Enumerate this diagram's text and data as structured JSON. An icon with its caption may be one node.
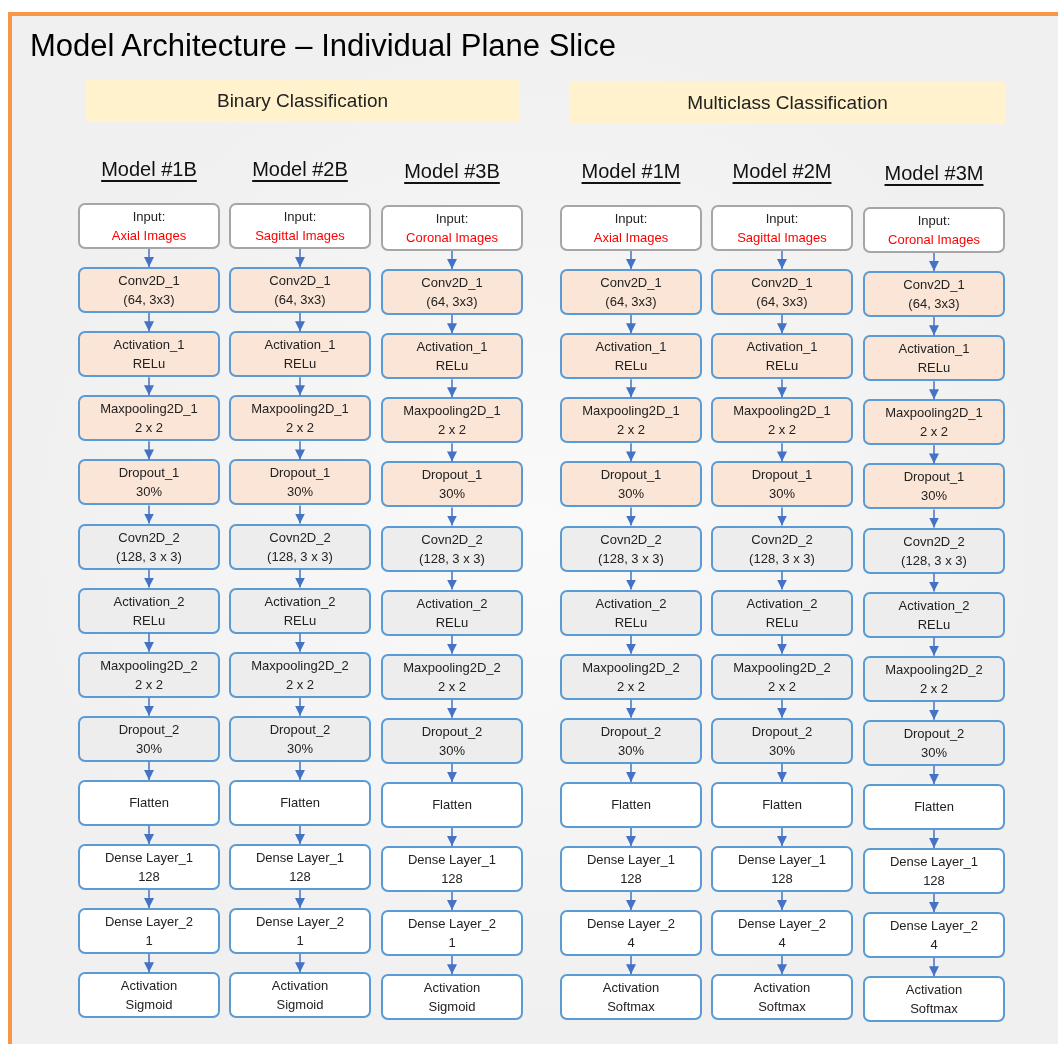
{
  "diagram": {
    "title": "Model Architecture – Individual Plane Slice",
    "nodes": [
      {
        "text": [
          "Binary Classification"
        ]
      },
      {
        "text": [
          "Multiclass Classification"
        ]
      },
      {
        "text": [
          "Input:",
          "Axial Images"
        ]
      },
      {
        "text": [
          "Conv2D_1",
          "(64, 3x3)"
        ]
      },
      {
        "text": [
          "Activation_1",
          "RELu"
        ]
      },
      {
        "text": [
          "Maxpooling2D_1",
          "2 x 2"
        ]
      },
      {
        "text": [
          "Dropout_1",
          "30%"
        ]
      },
      {
        "text": [
          "Covn2D_2",
          "(128, 3 x 3)"
        ]
      },
      {
        "text": [
          "Activation_2",
          "RELu"
        ]
      },
      {
        "text": [
          "Maxpooling2D_2",
          "2 x 2"
        ]
      },
      {
        "text": [
          "Dropout_2",
          "30%"
        ]
      },
      {
        "text": [
          "Flatten"
        ]
      },
      {
        "text": [
          "Dense Layer_1",
          "128"
        ]
      },
      {
        "text": [
          "Dense Layer_2",
          "1"
        ]
      },
      {
        "text": [
          "Activation",
          "Sigmoid"
        ]
      },
      {
        "text": [
          "Input:",
          "Sagittal Images"
        ]
      },
      {
        "text": [
          "Conv2D_1",
          "(64, 3x3)"
        ]
      },
      {
        "text": [
          "Activation_1",
          "RELu"
        ]
      },
      {
        "text": [
          "Maxpooling2D_1",
          "2 x 2"
        ]
      },
      {
        "text": [
          "Dropout_1",
          "30%"
        ]
      },
      {
        "text": [
          "Covn2D_2",
          "(128, 3 x 3)"
        ]
      },
      {
        "text": [
          "Activation_2",
          "RELu"
        ]
      },
      {
        "text": [
          "Maxpooling2D_2",
          "2 x 2"
        ]
      },
      {
        "text": [
          "Dropout_2",
          "30%"
        ]
      },
      {
        "text": [
          "Flatten"
        ]
      },
      {
        "text": [
          "Dense Layer_1",
          "128"
        ]
      },
      {
        "text": [
          "Dense Layer_2",
          "1"
        ]
      },
      {
        "text": [
          "Activation",
          "Sigmoid"
        ]
      },
      {
        "text": [
          "Input:",
          "Coronal Images"
        ]
      },
      {
        "text": [
          "Conv2D_1",
          "(64, 3x3)"
        ]
      },
      {
        "text": [
          "Activation_1",
          "RELu"
        ]
      },
      {
        "text": [
          "Maxpooling2D_1",
          "2 x 2"
        ]
      },
      {
        "text": [
          "Dropout_1",
          "30%"
        ]
      },
      {
        "text": [
          "Covn2D_2",
          "(128, 3 x 3)"
        ]
      },
      {
        "text": [
          "Activation_2",
          "RELu"
        ]
      },
      {
        "text": [
          "Maxpooling2D_2",
          "2 x 2"
        ]
      },
      {
        "text": [
          "Dropout_2",
          "30%"
        ]
      },
      {
        "text": [
          "Flatten"
        ]
      },
      {
        "text": [
          "Dense Layer_1",
          "128"
        ]
      },
      {
        "text": [
          "Dense Layer_2",
          "1"
        ]
      },
      {
        "text": [
          "Activation",
          "Sigmoid"
        ]
      },
      {
        "text": [
          "Input:",
          "Axial Images"
        ]
      },
      {
        "text": [
          "Conv2D_1",
          "(64, 3x3)"
        ]
      },
      {
        "text": [
          "Activation_1",
          "RELu"
        ]
      },
      {
        "text": [
          "Maxpooling2D_1",
          "2 x 2"
        ]
      },
      {
        "text": [
          "Dropout_1",
          "30%"
        ]
      },
      {
        "text": [
          "Covn2D_2",
          "(128, 3 x 3)"
        ]
      },
      {
        "text": [
          "Activation_2",
          "RELu"
        ]
      },
      {
        "text": [
          "Maxpooling2D_2",
          "2 x 2"
        ]
      },
      {
        "text": [
          "Dropout_2",
          "30%"
        ]
      },
      {
        "text": [
          "Flatten"
        ]
      },
      {
        "text": [
          "Dense Layer_1",
          "128"
        ]
      },
      {
        "text": [
          "Dense Layer_2",
          "4"
        ]
      },
      {
        "text": [
          "Activation",
          "Softmax"
        ]
      },
      {
        "text": [
          "Input:",
          "Sagittal Images"
        ]
      },
      {
        "text": [
          "Conv2D_1",
          "(64, 3x3)"
        ]
      },
      {
        "text": [
          "Activation_1",
          "RELu"
        ]
      },
      {
        "text": [
          "Maxpooling2D_1",
          "2 x 2"
        ]
      },
      {
        "text": [
          "Dropout_1",
          "30%"
        ]
      },
      {
        "text": [
          "Covn2D_2",
          "(128, 3 x 3)"
        ]
      },
      {
        "text": [
          "Activation_2",
          "RELu"
        ]
      },
      {
        "text": [
          "Maxpooling2D_2",
          "2 x 2"
        ]
      },
      {
        "text": [
          "Dropout_2",
          "30%"
        ]
      },
      {
        "text": [
          "Flatten"
        ]
      },
      {
        "text": [
          "Dense Layer_1",
          "128"
        ]
      },
      {
        "text": [
          "Dense Layer_2",
          "4"
        ]
      },
      {
        "text": [
          "Activation",
          "Softmax"
        ]
      },
      {
        "text": [
          "Input:",
          "Coronal Images"
        ]
      },
      {
        "text": [
          "Conv2D_1",
          "(64, 3x3)"
        ]
      },
      {
        "text": [
          "Activation_1",
          "RELu"
        ]
      },
      {
        "text": [
          "Maxpooling2D_1",
          "2 x 2"
        ]
      },
      {
        "text": [
          "Dropout_1",
          "30%"
        ]
      },
      {
        "text": [
          "Covn2D_2",
          "(128, 3 x 3)"
        ]
      },
      {
        "text": [
          "Activation_2",
          "RELu"
        ]
      },
      {
        "text": [
          "Maxpooling2D_2",
          "2 x 2"
        ]
      },
      {
        "text": [
          "Dropout_2",
          "30%"
        ]
      },
      {
        "text": [
          "Flatten"
        ]
      },
      {
        "text": [
          "Dense Layer_1",
          "128"
        ]
      },
      {
        "text": [
          "Dense Layer_2",
          "4"
        ]
      },
      {
        "text": [
          "Activation",
          "Softmax"
        ]
      }
    ],
    "edges": [
      {
        "from": 2,
        "to": 3,
        "arrow": "to"
      },
      {
        "from": 3,
        "to": 4,
        "arrow": "to"
      },
      {
        "from": 4,
        "to": 5,
        "arrow": "to"
      },
      {
        "from": 5,
        "to": 6,
        "arrow": "to"
      },
      {
        "from": 6,
        "to": 7,
        "arrow": "to"
      },
      {
        "from": 7,
        "to": 8,
        "arrow": "to"
      },
      {
        "from": 8,
        "to": 9,
        "arrow": "to"
      },
      {
        "from": 9,
        "to": 10,
        "arrow": "to"
      },
      {
        "from": 10,
        "to": 11,
        "arrow": "to"
      },
      {
        "from": 11,
        "to": 12,
        "arrow": "to"
      },
      {
        "from": 12,
        "to": 13,
        "arrow": "to"
      },
      {
        "from": 13,
        "to": 14,
        "arrow": "to"
      },
      {
        "from": 15,
        "to": 16,
        "arrow": "to"
      },
      {
        "from": 16,
        "to": 17,
        "arrow": "to"
      },
      {
        "from": 17,
        "to": 18,
        "arrow": "to"
      },
      {
        "from": 18,
        "to": 19,
        "arrow": "to"
      },
      {
        "from": 19,
        "to": 20,
        "arrow": "to"
      },
      {
        "from": 20,
        "to": 21,
        "arrow": "to"
      },
      {
        "from": 21,
        "to": 22,
        "arrow": "to"
      },
      {
        "from": 22,
        "to": 23,
        "arrow": "to"
      },
      {
        "from": 23,
        "to": 24,
        "arrow": "to"
      },
      {
        "from": 24,
        "to": 25,
        "arrow": "to"
      },
      {
        "from": 25,
        "to": 26,
        "arrow": "to"
      },
      {
        "from": 26,
        "to": 27,
        "arrow": "to"
      },
      {
        "from": 28,
        "to": 29,
        "arrow": "to"
      },
      {
        "from": 29,
        "to": 30,
        "arrow": "to"
      },
      {
        "from": 30,
        "to": 31,
        "arrow": "to"
      },
      {
        "from": 31,
        "to": 32,
        "arrow": "to"
      },
      {
        "from": 32,
        "to": 33,
        "arrow": "to"
      },
      {
        "from": 33,
        "to": 34,
        "arrow": "to"
      },
      {
        "from": 34,
        "to": 35,
        "arrow": "to"
      },
      {
        "from": 35,
        "to": 36,
        "arrow": "to"
      },
      {
        "from": 36,
        "to": 37,
        "arrow": "to"
      },
      {
        "from": 37,
        "to": 38,
        "arrow": "to"
      },
      {
        "from": 38,
        "to": 39,
        "arrow": "to"
      },
      {
        "from": 39,
        "to": 40,
        "arrow": "to"
      },
      {
        "from": 41,
        "to": 42,
        "arrow": "to"
      },
      {
        "from": 42,
        "to": 43,
        "arrow": "to"
      },
      {
        "from": 43,
        "to": 44,
        "arrow": "to"
      },
      {
        "from": 44,
        "to": 45,
        "arrow": "to"
      },
      {
        "from": 45,
        "to": 46,
        "arrow": "to"
      },
      {
        "from": 46,
        "to": 47,
        "arrow": "to"
      },
      {
        "from": 47,
        "to": 48,
        "arrow": "to"
      },
      {
        "from": 48,
        "to": 49,
        "arrow": "to"
      },
      {
        "from": 49,
        "to": 50,
        "arrow": "to"
      },
      {
        "from": 50,
        "to": 51,
        "arrow": "to"
      },
      {
        "from": 51,
        "to": 52,
        "arrow": "to"
      },
      {
        "from": 52,
        "to": 53,
        "arrow": "to"
      },
      {
        "from": 54,
        "to": 55,
        "arrow": "to"
      },
      {
        "from": 55,
        "to": 56,
        "arrow": "to"
      },
      {
        "from": 56,
        "to": 57,
        "arrow": "to"
      },
      {
        "from": 57,
        "to": 58,
        "arrow": "to"
      },
      {
        "from": 58,
        "to": 59,
        "arrow": "to"
      },
      {
        "from": 59,
        "to": 60,
        "arrow": "to"
      },
      {
        "from": 60,
        "to": 61,
        "arrow": "to"
      },
      {
        "from": 61,
        "to": 62,
        "arrow": "to"
      },
      {
        "from": 62,
        "to": 63,
        "arrow": "to"
      },
      {
        "from": 63,
        "to": 64,
        "arrow": "to"
      },
      {
        "from": 64,
        "to": 65,
        "arrow": "to"
      },
      {
        "from": 65,
        "to": 66,
        "arrow": "to"
      },
      {
        "from": 67,
        "to": 68,
        "arrow": "to"
      },
      {
        "from": 68,
        "to": 69,
        "arrow": "to"
      },
      {
        "from": 69,
        "to": 70,
        "arrow": "to"
      },
      {
        "from": 70,
        "to": 71,
        "arrow": "to"
      },
      {
        "from": 71,
        "to": 72,
        "arrow": "to"
      },
      {
        "from": 72,
        "to": 73,
        "arrow": "to"
      },
      {
        "from": 73,
        "to": 74,
        "arrow": "to"
      },
      {
        "from": 74,
        "to": 75,
        "arrow": "to"
      },
      {
        "from": 75,
        "to": 76,
        "arrow": "to"
      },
      {
        "from": 76,
        "to": 77,
        "arrow": "to"
      },
      {
        "from": 77,
        "to": 78,
        "arrow": "to"
      },
      {
        "from": 78,
        "to": 79,
        "arrow": "to"
      }
    ],
    "labels": [
      "Model #1B",
      "Model #2B",
      "Model #3B",
      "Model #1M",
      "Model #2M",
      "Model #3M"
    ]
  }
}
